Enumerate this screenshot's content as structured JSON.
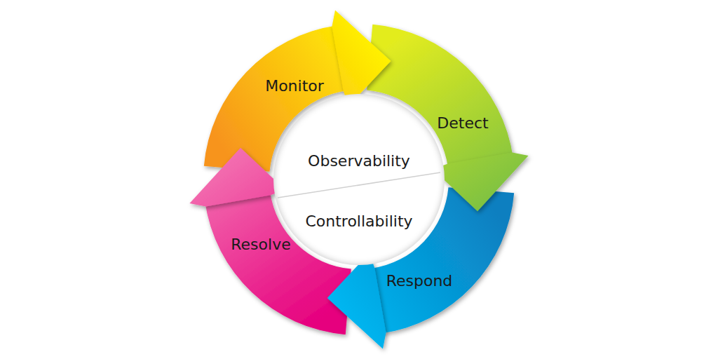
{
  "diagram": {
    "nodes": [
      {
        "text": [
          "Monitor"
        ]
      },
      {
        "text": [
          "Detect"
        ]
      },
      {
        "text": [
          "Respond"
        ]
      },
      {
        "text": [
          "Resolve"
        ]
      },
      {
        "text": [
          "Observability",
          "Controllability"
        ]
      }
    ]
  }
}
